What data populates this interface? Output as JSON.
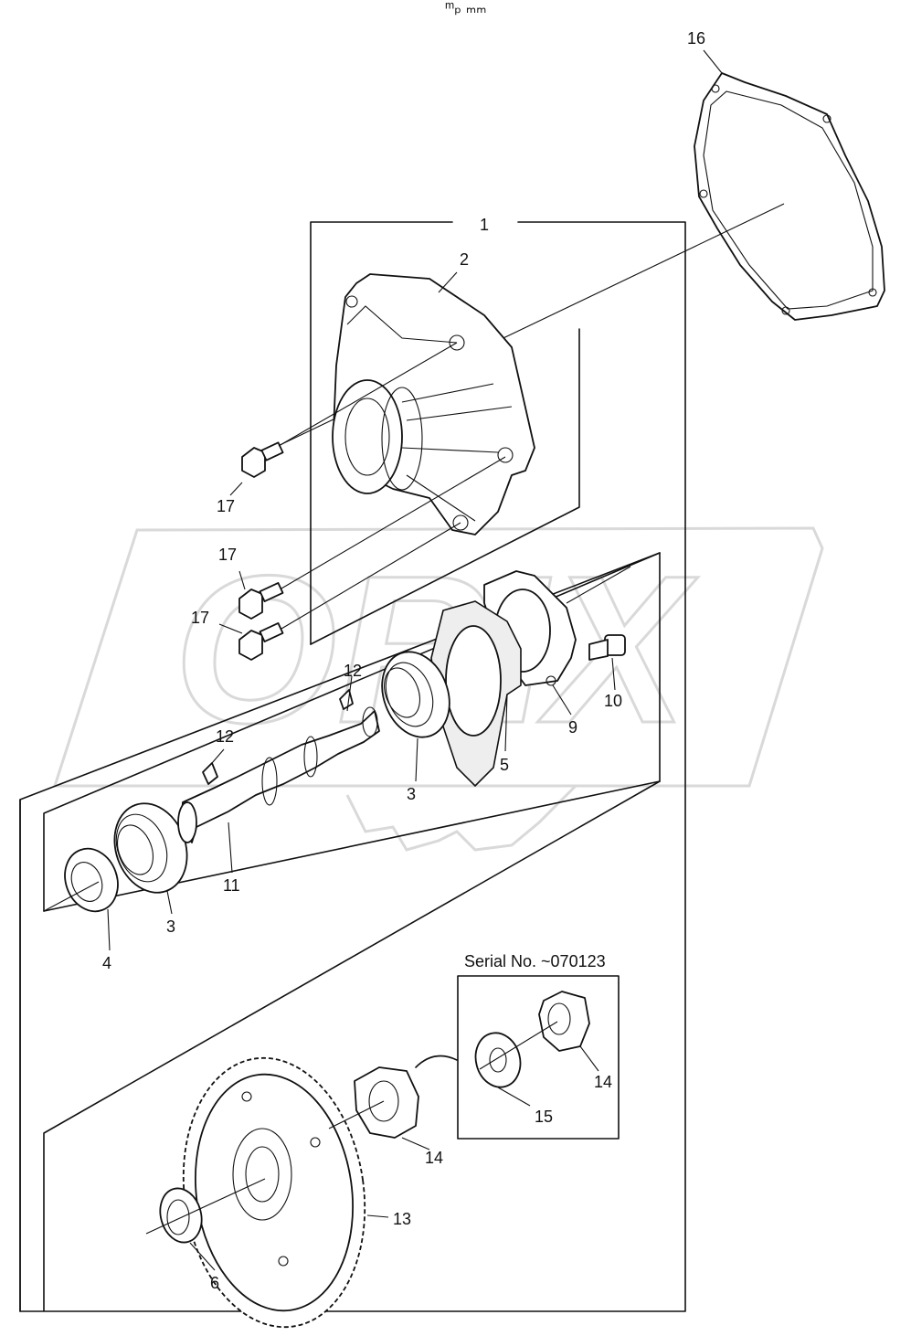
{
  "header": {
    "tiny_mark": "ᵐₚ ₘₘ"
  },
  "labels": {
    "l1": "1",
    "l2": "2",
    "l3a": "3",
    "l3b": "3",
    "l4": "4",
    "l5": "5",
    "l6": "6",
    "l9": "9",
    "l10": "10",
    "l11": "11",
    "l12a": "12",
    "l12b": "12",
    "l13": "13",
    "l14a": "14",
    "l14b": "14",
    "l15": "15",
    "l16": "16",
    "l17a": "17",
    "l17b": "17",
    "l17c": "17"
  },
  "inset": {
    "caption": "Serial No. ~070123"
  },
  "watermark": {
    "text": "ORIX"
  }
}
